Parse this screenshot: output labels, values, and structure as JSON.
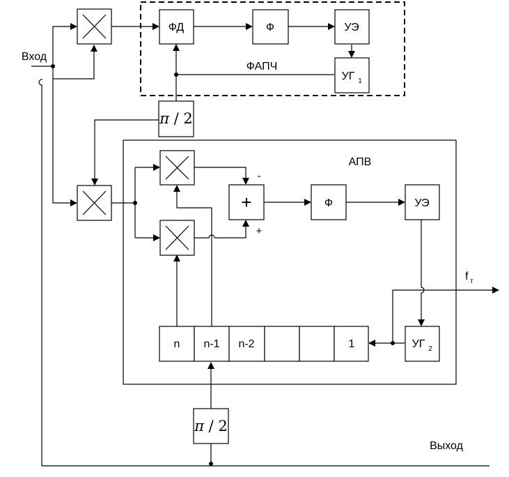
{
  "labels": {
    "input": "Вход",
    "output": "Выход",
    "pll_title": "ФАПЧ",
    "apv_title": "АПВ",
    "ft_main": "f",
    "ft_sub": "т",
    "pd": "ФД",
    "filter": "Ф",
    "ue": "УЭ",
    "ug_main": "УГ",
    "ug1_sub": "1",
    "ug2_sub": "2",
    "plus_symbol": "+",
    "sign_minus": "-",
    "sign_plus": "+",
    "pi": "π",
    "slash_two": " / 2",
    "reg_n": "n",
    "reg_n1": "n-1",
    "reg_n2": "n-2",
    "reg_1": "1"
  },
  "colors": {
    "line": "#000000",
    "background": "#ffffff"
  },
  "icons": {
    "multiplier": "cross-in-box"
  }
}
